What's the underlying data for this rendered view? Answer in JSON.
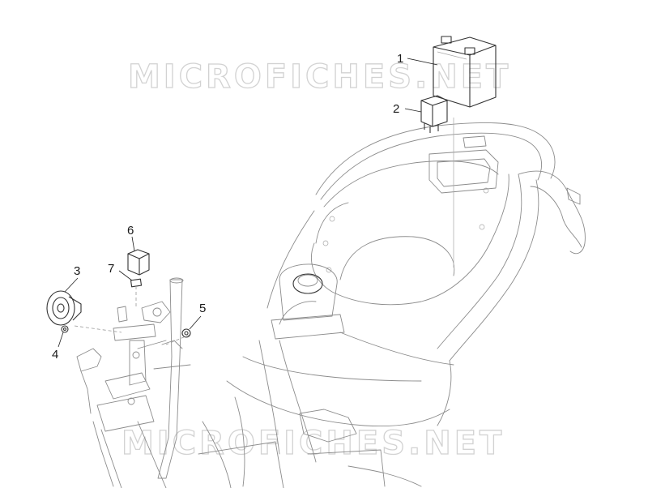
{
  "watermark": {
    "text": "MICROFICHES.NET"
  },
  "callouts": [
    {
      "id": "1",
      "label": "1"
    },
    {
      "id": "2",
      "label": "2"
    },
    {
      "id": "3",
      "label": "3"
    },
    {
      "id": "4",
      "label": "4"
    },
    {
      "id": "5",
      "label": "5"
    },
    {
      "id": "6",
      "label": "6"
    },
    {
      "id": "7",
      "label": "7"
    }
  ],
  "parts": [
    {
      "callout": "1",
      "icon": "battery-icon"
    },
    {
      "callout": "2",
      "icon": "relay-icon"
    },
    {
      "callout": "3",
      "icon": "horn-icon"
    },
    {
      "callout": "4",
      "icon": "nut-icon"
    },
    {
      "callout": "5",
      "icon": "nut-icon"
    },
    {
      "callout": "6",
      "icon": "flasher-relay-icon"
    },
    {
      "callout": "7",
      "icon": "clip-icon"
    }
  ],
  "colors": {
    "line_art": "#8c8c8c",
    "callout_text": "#1a1a1a",
    "watermark": "#d2d2d2"
  }
}
